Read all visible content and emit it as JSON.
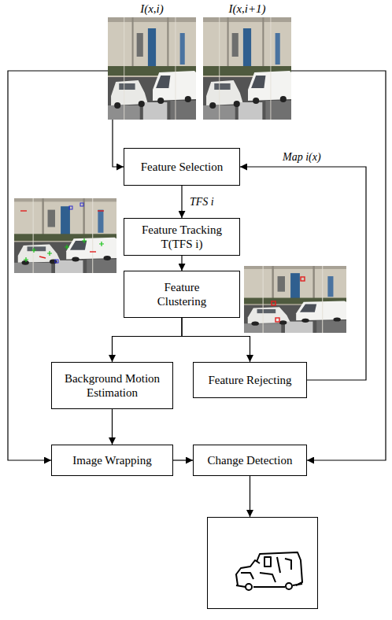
{
  "diagram": {
    "nodes": [
      {
        "text": [
          "I(x,i)"
        ]
      },
      {
        "text": [
          "I(x,i+1)"
        ]
      },
      {
        "text": [
          "Feature Selection"
        ]
      },
      {
        "text": [
          "Feature Tracking",
          "T(TFS i)"
        ]
      },
      {
        "text": [
          "Feature Clustering"
        ]
      },
      {
        "text": [
          "Background Motion Estimation"
        ]
      },
      {
        "text": [
          "Feature Rejecting"
        ]
      },
      {
        "text": [
          "Image Wrapping"
        ]
      },
      {
        "text": [
          "Change Detection"
        ]
      }
    ],
    "edges": [
      {
        "from": 0,
        "to": 2,
        "arrow": "to"
      },
      {
        "from": 2,
        "to": 3,
        "arrow": "to",
        "label": "TFS i"
      },
      {
        "from": 3,
        "to": 4,
        "arrow": "to"
      },
      {
        "from": 4,
        "to": 5,
        "arrow": "to"
      },
      {
        "from": 4,
        "to": 6,
        "arrow": "to"
      },
      {
        "from": 6,
        "to": 2,
        "arrow": "to",
        "label": "Map i(x)"
      },
      {
        "from": 5,
        "to": 7,
        "arrow": "to"
      },
      {
        "from": 0,
        "to": 7,
        "arrow": "to"
      },
      {
        "from": 7,
        "to": 8,
        "arrow": "to"
      },
      {
        "from": 1,
        "to": 8,
        "arrow": "to"
      }
    ]
  }
}
